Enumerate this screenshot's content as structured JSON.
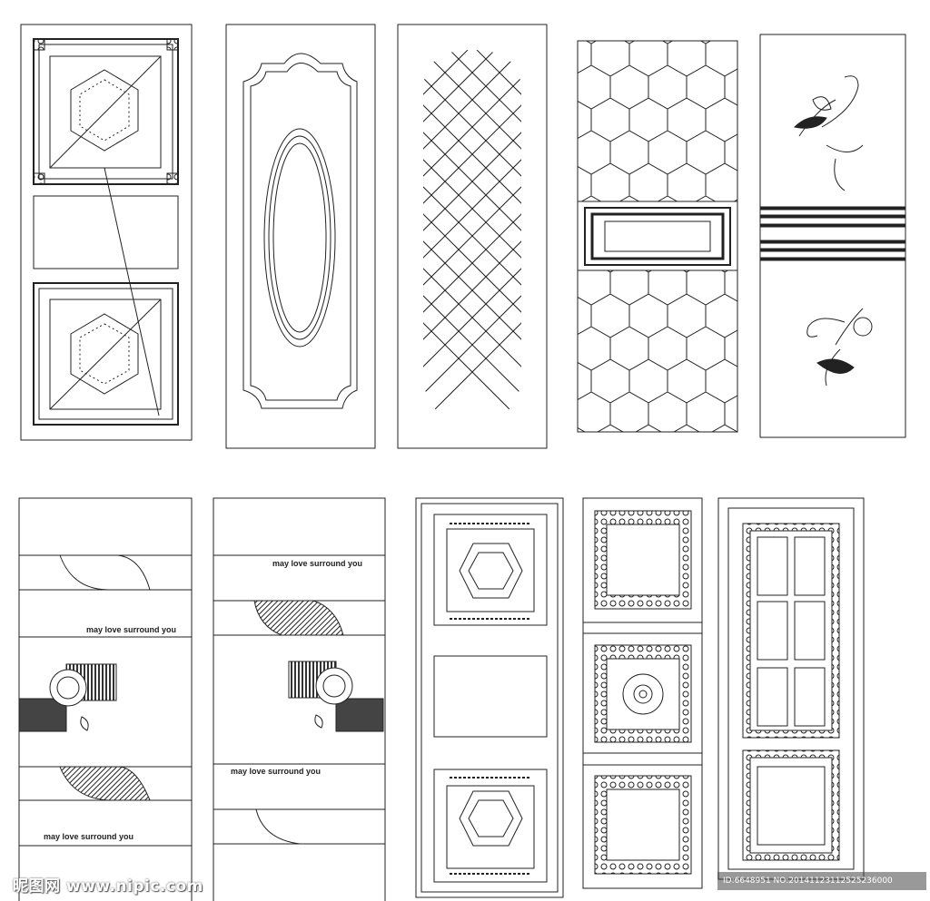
{
  "doors": {
    "count": 10,
    "door_6_text": "may love surround you",
    "door_7_text": "may love surround you"
  },
  "watermark": {
    "site": "昵图网 www.nipic.com",
    "id_line": "ID:6648951 NO:20141123112525236000"
  },
  "colors": {
    "line": "#222222",
    "background": "#ffffff"
  }
}
